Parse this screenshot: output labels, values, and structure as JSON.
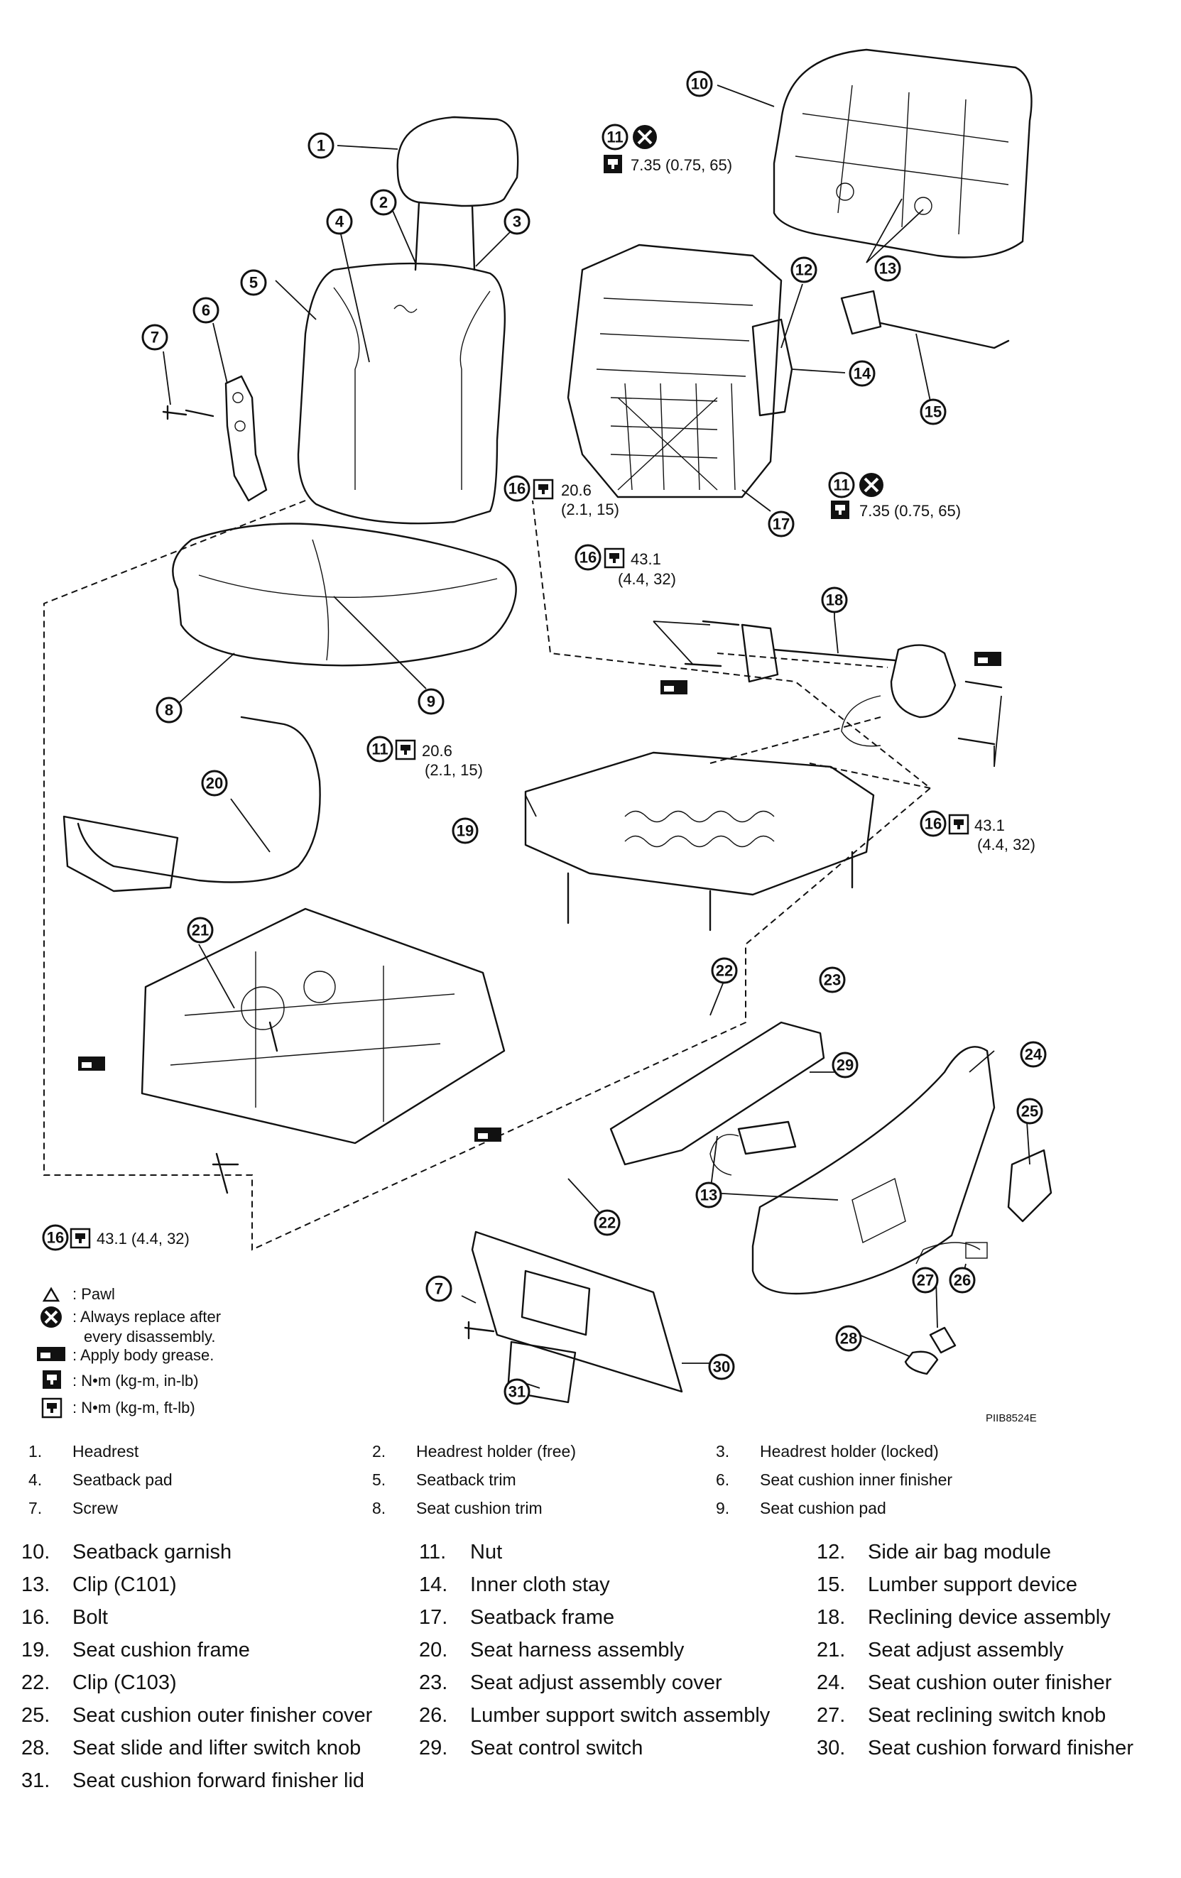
{
  "figure_code": "PIIB8524E",
  "callouts": [
    "1",
    "2",
    "3",
    "4",
    "5",
    "6",
    "7",
    "8",
    "9",
    "10",
    "11",
    "12",
    "13",
    "14",
    "15",
    "16",
    "17",
    "18",
    "19",
    "20",
    "21",
    "22",
    "23",
    "24",
    "25",
    "26",
    "27",
    "28",
    "29",
    "30",
    "31"
  ],
  "torque_specs": {
    "t11_top": {
      "value": "7.35 (0.75, 65)"
    },
    "t11_right": {
      "value": "7.35 (0.75, 65)"
    },
    "t16_seatback_a": {
      "value": "20.6"
    },
    "t16_seatback_b": {
      "value": "(2.1, 15)"
    },
    "t16_reclining_a": {
      "value": "43.1"
    },
    "t16_reclining_b": {
      "value": "(4.4, 32)"
    },
    "t11_cushion_a": {
      "value": "20.6"
    },
    "t11_cushion_b": {
      "value": "(2.1, 15)"
    },
    "t16_right_a": {
      "value": "43.1"
    },
    "t16_right_b": {
      "value": "(4.4, 32)"
    },
    "t16_bottom": {
      "value": "43.1 (4.4, 32)"
    }
  },
  "legend": [
    {
      "icon": "pawl-triangle-icon",
      "text": ": Pawl"
    },
    {
      "icon": "always-replace-icon",
      "text": ": Always replace after"
    },
    {
      "icon": "",
      "text": "every disassembly."
    },
    {
      "icon": "body-grease-icon",
      "text": ": Apply body grease."
    },
    {
      "icon": "torque-in-lb-icon",
      "text": ": N•m (kg-m, in-lb)"
    },
    {
      "icon": "torque-ft-lb-icon",
      "text": ": N•m (kg-m, ft-lb)"
    }
  ],
  "parts_small": [
    {
      "num": "1.",
      "name": "Headrest"
    },
    {
      "num": "2.",
      "name": "Headrest holder (free)"
    },
    {
      "num": "3.",
      "name": "Headrest holder (locked)"
    },
    {
      "num": "4.",
      "name": "Seatback pad"
    },
    {
      "num": "5.",
      "name": "Seatback trim"
    },
    {
      "num": "6.",
      "name": "Seat cushion inner finisher"
    },
    {
      "num": "7.",
      "name": "Screw"
    },
    {
      "num": "8.",
      "name": "Seat cushion trim"
    },
    {
      "num": "9.",
      "name": "Seat cushion pad"
    }
  ],
  "parts_large": [
    {
      "num": "10.",
      "name": "Seatback garnish"
    },
    {
      "num": "11.",
      "name": "Nut"
    },
    {
      "num": "12.",
      "name": "Side air bag module"
    },
    {
      "num": "13.",
      "name": "Clip (C101)"
    },
    {
      "num": "14.",
      "name": "Inner cloth stay"
    },
    {
      "num": "15.",
      "name": "Lumber support device"
    },
    {
      "num": "16.",
      "name": "Bolt"
    },
    {
      "num": "17.",
      "name": "Seatback frame"
    },
    {
      "num": "18.",
      "name": "Reclining device assembly"
    },
    {
      "num": "19.",
      "name": "Seat cushion frame"
    },
    {
      "num": "20.",
      "name": "Seat harness assembly"
    },
    {
      "num": "21.",
      "name": "Seat adjust assembly"
    },
    {
      "num": "22.",
      "name": "Clip (C103)"
    },
    {
      "num": "23.",
      "name": "Seat adjust assembly cover"
    },
    {
      "num": "24.",
      "name": "Seat cushion outer finisher"
    },
    {
      "num": "25.",
      "name": "Seat cushion outer finisher cover"
    },
    {
      "num": "26.",
      "name": "Lumber support switch assembly"
    },
    {
      "num": "27.",
      "name": "Seat reclining switch knob"
    },
    {
      "num": "28.",
      "name": "Seat slide and lifter switch knob"
    },
    {
      "num": "29.",
      "name": "Seat control switch"
    },
    {
      "num": "30.",
      "name": "Seat cushion forward finisher"
    },
    {
      "num": "31.",
      "name": "Seat cushion forward finisher lid"
    }
  ]
}
